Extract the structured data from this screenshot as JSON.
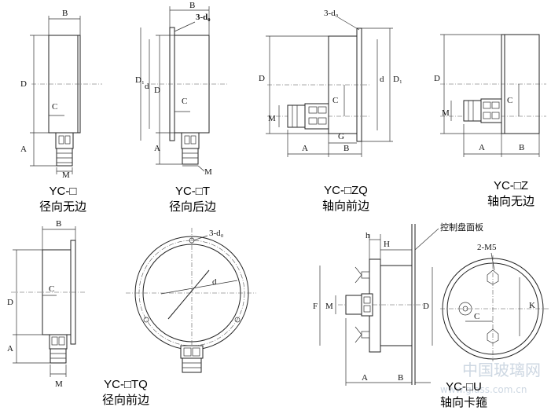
{
  "dims": {
    "A": "A",
    "B": "B",
    "C": "C",
    "D": "D",
    "D1": "D₁",
    "d": "d",
    "M": "M",
    "G": "G",
    "F": "F",
    "H": "H",
    "h": "h",
    "K": "K",
    "hole": "3-d₀",
    "m5": "2-M5"
  },
  "panel_note": "控制盘面板",
  "captions": [
    {
      "model": "YC-□",
      "desc": "径向无边"
    },
    {
      "model": "YC-□T",
      "desc": "径向后边"
    },
    {
      "model": "YC-□ZQ",
      "desc": "轴向前边"
    },
    {
      "model": "YC-□Z",
      "desc": "轴向无边"
    },
    {
      "model": "YC-□TQ",
      "desc": "径向前边"
    },
    {
      "model": "YC-□U",
      "desc": "轴向卡箍"
    }
  ],
  "watermark": {
    "line1": "中国玻璃网",
    "line2": "www.glass.com.cn"
  }
}
